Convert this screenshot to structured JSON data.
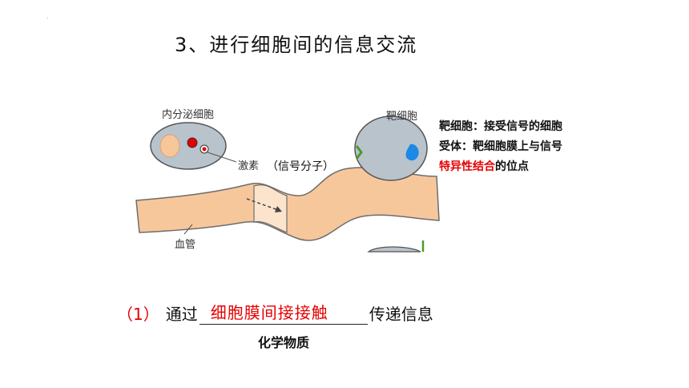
{
  "title": "3、进行细胞间的信息交流",
  "diagram": {
    "label_endocrine_cell": "内分泌细胞",
    "label_target_cell": "靶细胞",
    "label_hormone": "激素",
    "label_signal_molecule": "（信号分子）",
    "label_blood_vessel": "血管"
  },
  "definitions": {
    "line1": "靶细胞：接受信号的细胞",
    "line2": "受体：靶细胞膜上与信号",
    "line3_red": "特异性结合",
    "line3_rest": "的位点"
  },
  "question": {
    "number": "（1）",
    "before": "通过",
    "blank_answer": "细胞膜间接接触",
    "after": "传递信息",
    "sub_answer": "化学物质"
  },
  "colors": {
    "accent_red": "#e60000",
    "cell_fill": "#b9c3cc",
    "vessel_fill": "#f7c79c"
  }
}
